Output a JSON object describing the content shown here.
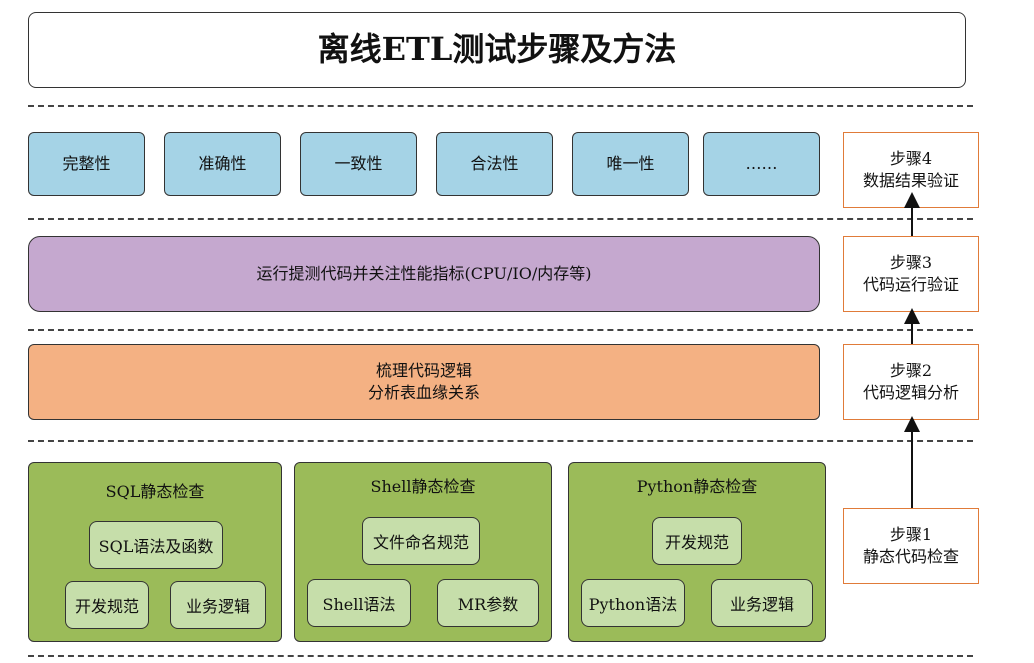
{
  "title": "离线ETL测试步骤及方法",
  "quality_dimensions": [
    "完整性",
    "准确性",
    "一致性",
    "合法性",
    "唯一性",
    "……"
  ],
  "run_stage": "运行提测代码并关注性能指标(CPU/IO/内存等)",
  "logic_stage": {
    "line1": "梳理代码逻辑",
    "line2": "分析表血缘关系"
  },
  "static_checks": {
    "sql": {
      "title": "SQL静态检查",
      "items": [
        "SQL语法及函数",
        "开发规范",
        "业务逻辑"
      ]
    },
    "shell": {
      "title": "Shell静态检查",
      "items": [
        "文件命名规范",
        "Shell语法",
        "MR参数"
      ]
    },
    "python": {
      "title": "Python静态检查",
      "items": [
        "开发规范",
        "Python语法",
        "业务逻辑"
      ]
    }
  },
  "steps": [
    {
      "label": "步骤4",
      "desc": "数据结果验证"
    },
    {
      "label": "步骤3",
      "desc": "代码运行验证"
    },
    {
      "label": "步骤2",
      "desc": "代码逻辑分析"
    },
    {
      "label": "步骤1",
      "desc": "静态代码检查"
    }
  ],
  "colors": {
    "blue_box": "#a5d3e6",
    "purple_box": "#c5a8cf",
    "orange_box": "#f4b183",
    "green_panel": "#9bbb59",
    "green_item": "#c6deaa",
    "step_border": "#e07b39"
  }
}
